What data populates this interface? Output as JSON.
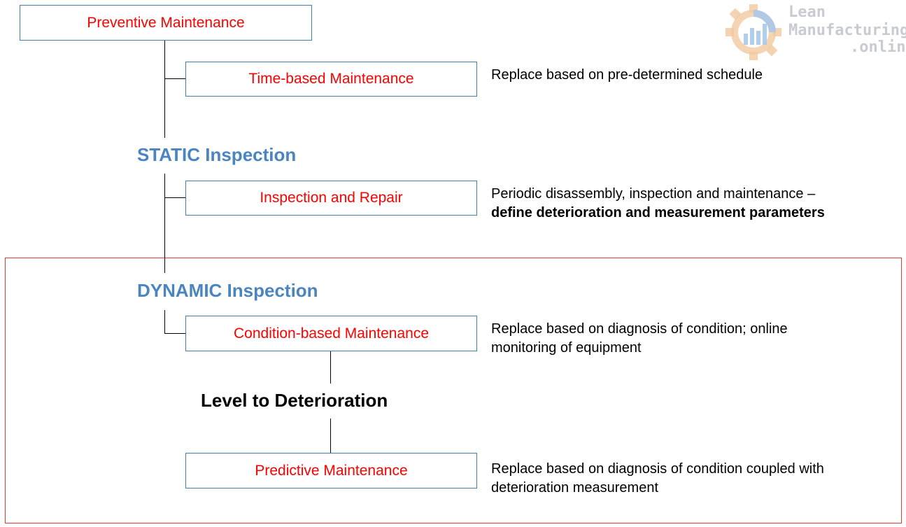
{
  "boxes": {
    "preventive": "Preventive Maintenance",
    "time_based": "Time-based Maintenance",
    "inspection_repair": "Inspection and Repair",
    "condition_based": "Condition-based Maintenance",
    "predictive": "Predictive Maintenance"
  },
  "headings": {
    "static": "STATIC Inspection",
    "dynamic": "DYNAMIC Inspection",
    "level": "Level to Deterioration"
  },
  "descriptions": {
    "time_based": "Replace based on pre-determined schedule",
    "inspection_line1": "Periodic disassembly, inspection and maintenance –",
    "inspection_line2": "define deterioration and measurement parameters",
    "condition_based": "Replace based on diagnosis of condition; online monitoring of equipment",
    "predictive": "Replace based on diagnosis of condition coupled with deterioration measurement"
  },
  "logo": {
    "line1": "Lean",
    "line2": "Manufacturing",
    "line3": ".online"
  },
  "colors": {
    "box_text": "#ff0000",
    "box_border": "#3f7fb4",
    "heading": "#4a85bf",
    "frame": "#e03a3a"
  }
}
